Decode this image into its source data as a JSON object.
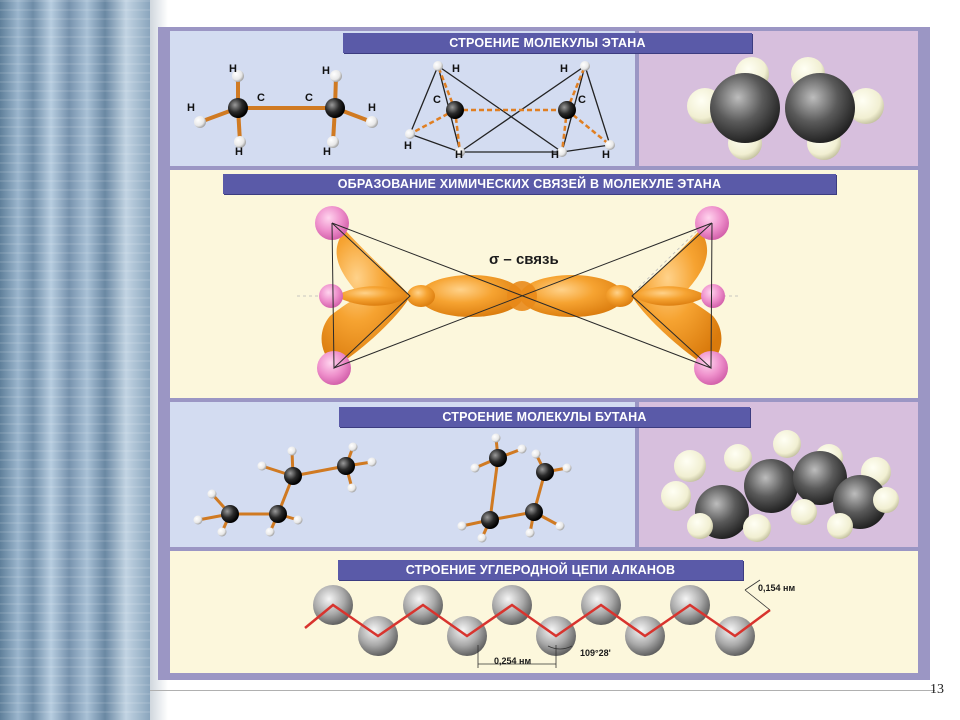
{
  "slide": {
    "page_number": "13"
  },
  "panels": {
    "ethane_structure": {
      "title": "СТРОЕНИЕ МОЛЕКУЛЫ ЭТАНА",
      "atom_h": "H",
      "atom_c": "C"
    },
    "bond_formation": {
      "title": "ОБРАЗОВАНИЕ ХИМИЧЕСКИХ СВЯЗЕЙ В МОЛЕКУЛЕ ЭТАНА",
      "sigma_label": "σ – связь"
    },
    "butane_structure": {
      "title": "СТРОЕНИЕ МОЛЕКУЛЫ БУТАНА"
    },
    "carbon_chain": {
      "title": "СТРОЕНИЕ УГЛЕРОДНОЙ ЦЕПИ АЛКАНОВ",
      "bond_length": "0,154 нм",
      "spacing": "0,254 нм",
      "angle": "109°28'"
    }
  },
  "colors": {
    "frame": "#9b96c4",
    "banner": "#5a5aa8",
    "blue_panel": "#d3dcf1",
    "lilac_panel": "#d7bfdd",
    "cream_panel": "#fcf7dc",
    "orbital": "#f39a2a",
    "hydrogen_orbital": "#e77bc0",
    "chain_line": "#d8342e"
  }
}
